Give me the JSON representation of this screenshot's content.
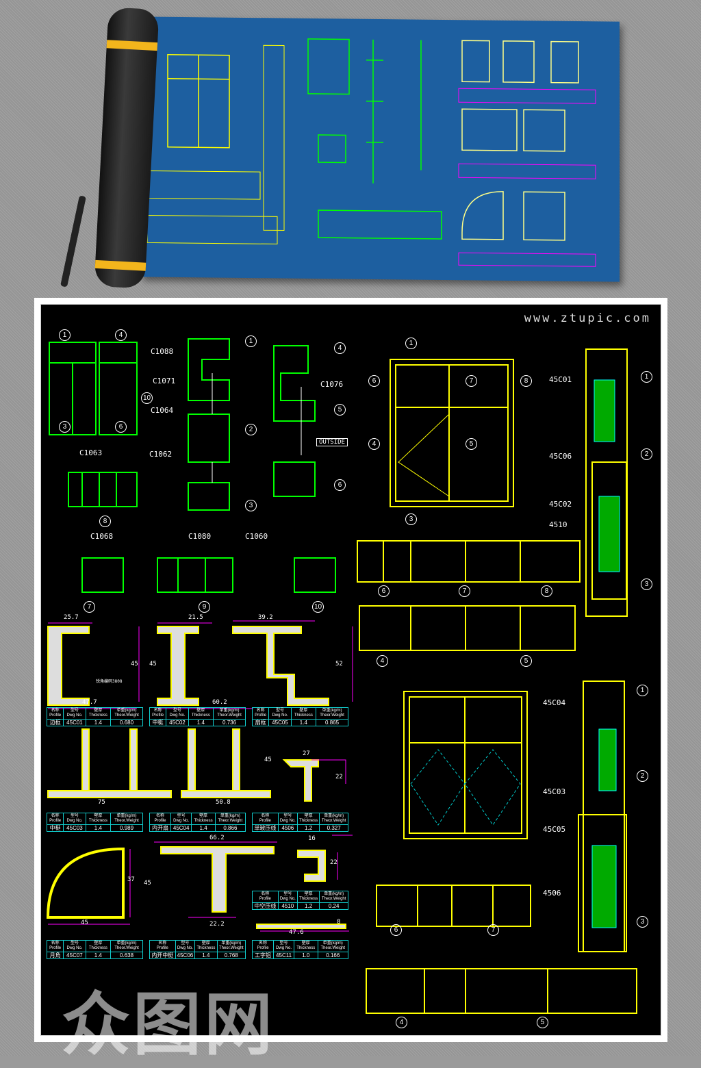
{
  "watermark_url": "www.ztupic.com",
  "logo_text": "众图网",
  "labels": {
    "c1088": "C1088",
    "c1071": "C1071",
    "c1064": "C1064",
    "c1062": "C1062",
    "c1063": "C1063",
    "c1076": "C1076",
    "outside": "OUTSIDE",
    "c1068": "C1068",
    "c1080": "C1080",
    "c1060": "C1060",
    "p45c01": "45C01",
    "p45c06": "45C06",
    "p45c02": "45C02",
    "p4510": "4510",
    "p45c04": "45C04",
    "p45c03": "45C03",
    "p45c05": "45C05",
    "p4506": "4506"
  },
  "dimensions": [
    "25.7",
    "45",
    "47.7",
    "21.5",
    "45",
    "60.2",
    "39.2",
    "52",
    "75",
    "45",
    "50.8",
    "27",
    "22",
    "66.2",
    "16",
    "22",
    "37",
    "45",
    "45",
    "22.2",
    "47.6",
    "8"
  ],
  "profile_note": "锐角编码3808",
  "table_headers": [
    [
      "名称",
      "Profile"
    ],
    [
      "型号",
      "Dwg No."
    ],
    [
      "壁厚",
      "Thickness"
    ],
    [
      "单重(kg/m)",
      "Theor.Weight"
    ]
  ],
  "profiles": [
    {
      "name": "边框",
      "dwg": "45C01",
      "thickness": "1.4",
      "weight": "0.680"
    },
    {
      "name": "中梃",
      "dwg": "45C02",
      "thickness": "1.4",
      "weight": "0.736"
    },
    {
      "name": "扇框",
      "dwg": "45C05",
      "thickness": "1.4",
      "weight": "0.865"
    },
    {
      "name": "中梃",
      "dwg": "45C03",
      "thickness": "1.4",
      "weight": "0.989"
    },
    {
      "name": "内开扇",
      "dwg": "45C04",
      "thickness": "1.4",
      "weight": "0.866"
    },
    {
      "name": "单玻压线",
      "dwg": "4506",
      "thickness": "1.2",
      "weight": "0.327"
    },
    {
      "name": "中空压线",
      "dwg": "4510",
      "thickness": "1.2",
      "weight": "0.24"
    },
    {
      "name": "月角",
      "dwg": "45C07",
      "thickness": "1.4",
      "weight": "0.638"
    },
    {
      "name": "内开中梃",
      "dwg": "45C06",
      "thickness": "1.4",
      "weight": "0.768"
    },
    {
      "name": "工字铝",
      "dwg": "45C11",
      "thickness": "1.0",
      "weight": "0.166"
    }
  ],
  "callouts": [
    "1",
    "2",
    "3",
    "4",
    "5",
    "6",
    "7",
    "8",
    "9",
    "10"
  ]
}
